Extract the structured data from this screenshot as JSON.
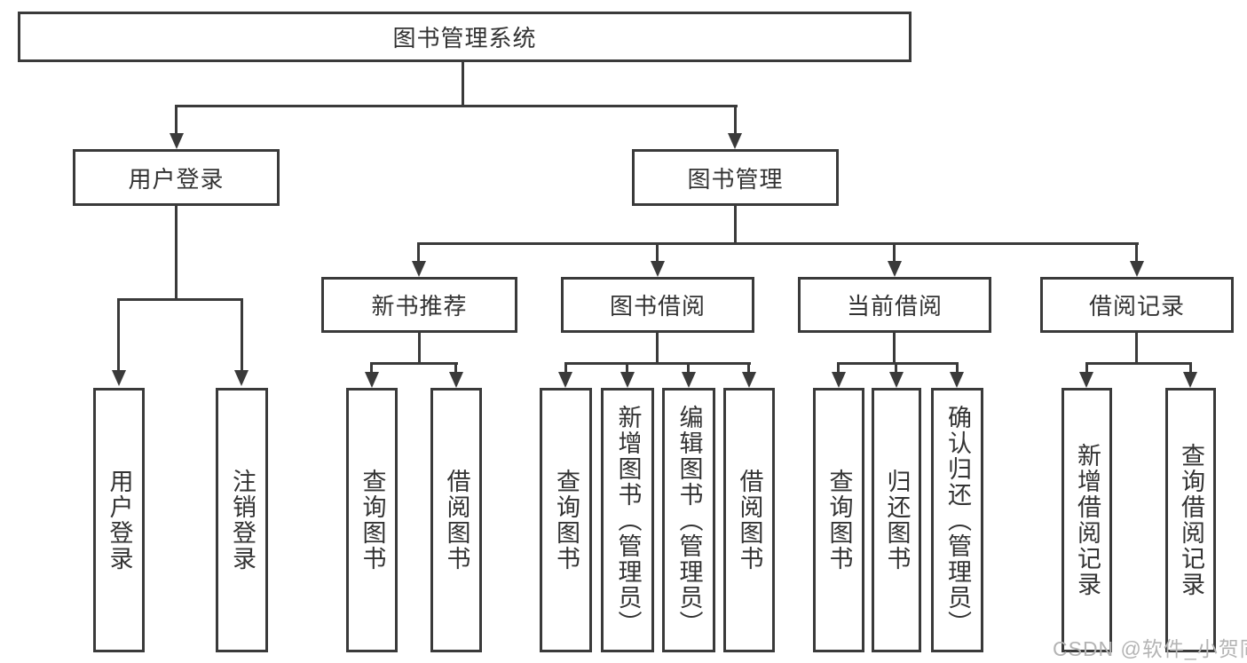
{
  "diagram_type": "tree-structure-diagram",
  "root": {
    "label": "图书管理系统"
  },
  "level2": {
    "user_login": "用户登录",
    "book_mgmt": "图书管理"
  },
  "level3": {
    "new_books": "新书推荐",
    "book_borrow": "图书借阅",
    "current_borrow": "当前借阅",
    "borrow_records": "借阅记录"
  },
  "leaves": {
    "user_login": [
      "用户登录",
      "注销登录"
    ],
    "new_books": [
      "查询图书",
      "借阅图书"
    ],
    "book_borrow": [
      "查询图书",
      "新增图书（管理员）",
      "编辑图书（管理员）",
      "借阅图书"
    ],
    "current_borrow": [
      "查询图书",
      "归还图书",
      "确认归还（管理员）"
    ],
    "borrow_records": [
      "新增借阅记录",
      "查询借阅记录"
    ]
  },
  "watermark": {
    "text": "CSDN @软件_小贺同学"
  },
  "colors": {
    "line": "#3a3a3a",
    "text": "#333333",
    "background": "#ffffff",
    "watermark": "#b4b4b4"
  }
}
